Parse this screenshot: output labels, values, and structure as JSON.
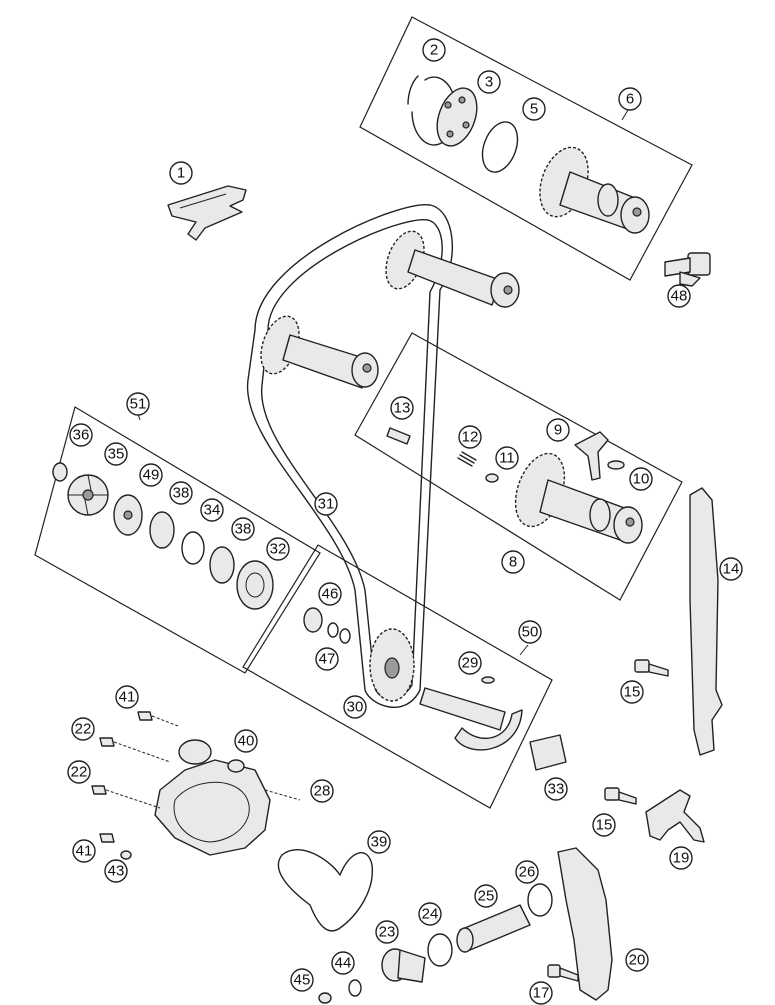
{
  "callouts": {
    "c1": "1",
    "c2": "2",
    "c3": "3",
    "c5": "5",
    "c6": "6",
    "c8": "8",
    "c9": "9",
    "c10": "10",
    "c11": "11",
    "c12": "12",
    "c13": "13",
    "c14": "14",
    "c15a": "15",
    "c15b": "15",
    "c17": "17",
    "c19": "19",
    "c20": "20",
    "c22a": "22",
    "c22b": "22",
    "c23": "23",
    "c24": "24",
    "c25": "25",
    "c26": "26",
    "c28": "28",
    "c29": "29",
    "c30": "30",
    "c31": "31",
    "c32": "32",
    "c33": "33",
    "c34": "34",
    "c35": "35",
    "c36": "36",
    "c38a": "38",
    "c38b": "38",
    "c39": "39",
    "c40": "40",
    "c41a": "41",
    "c41b": "41",
    "c43": "43",
    "c44": "44",
    "c45": "45",
    "c46": "46",
    "c47": "47",
    "c48": "48",
    "c49": "49",
    "c50": "50",
    "c51": "51"
  },
  "colors": {
    "line": "#222222",
    "fill": "#e9e9e9",
    "background": "#ffffff"
  }
}
